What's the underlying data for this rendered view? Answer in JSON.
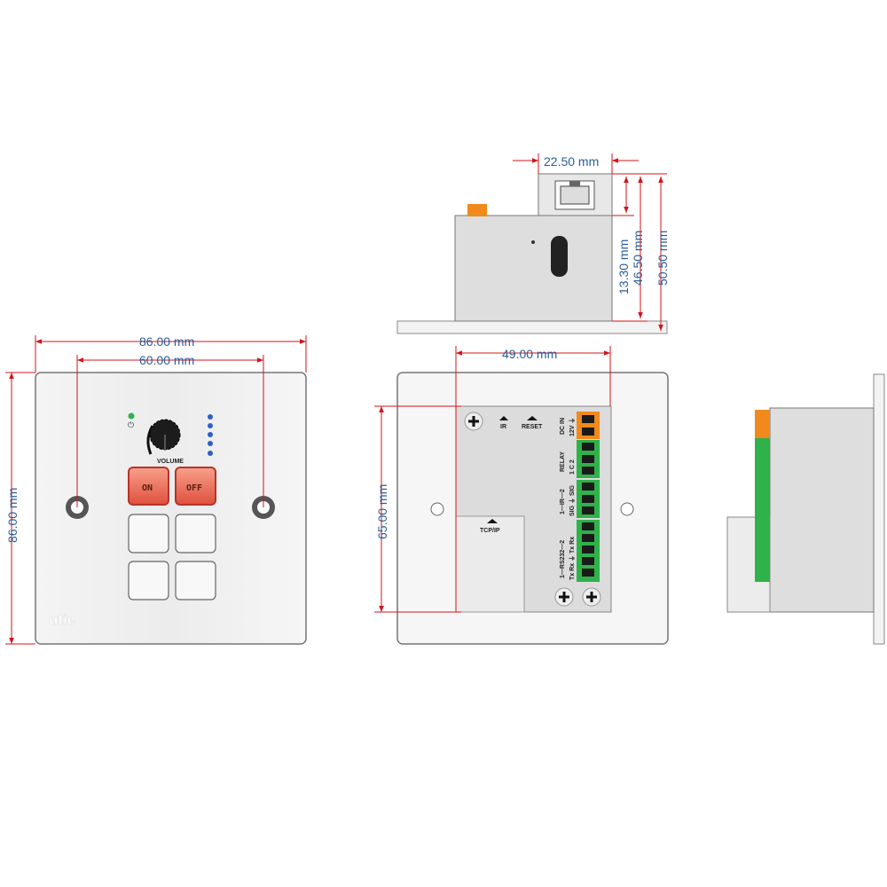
{
  "colors": {
    "dimension_line": "#d0151b",
    "dimension_text": "#2a5c9a",
    "terminal_green": "#2fb24a",
    "terminal_orange": "#f08a1c",
    "button_red": "#e8584a"
  },
  "top_view": {
    "dims": {
      "rj45_width": "22.50 mm",
      "rj45_height": "13.30 mm",
      "body_depth": "46.50 mm",
      "total_depth": "50.50 mm"
    }
  },
  "front_view": {
    "dims": {
      "plate_width": "86.00 mm",
      "hole_spacing": "60.00 mm",
      "plate_height": "86.00 mm"
    },
    "knob_label": "VOLUME",
    "buttons": {
      "on": "ON",
      "off": "OFF"
    },
    "logo": "utie"
  },
  "back_view": {
    "dims": {
      "module_width": "49.00 mm",
      "module_height": "65.00 mm"
    },
    "labels": {
      "ir": "IR",
      "reset": "RESET",
      "tcpip": "TCP/IP",
      "dc_in": "DC IN",
      "dc_pins": "12V ⏚",
      "relay": "RELAY",
      "relay_pins": "1  C  2",
      "ir_port": "1—IR—2",
      "ir_pins": "SIG ⏚ SIG",
      "rs232": "1—RS232—2",
      "rs232_pins": "Tx Rx ⏚ Tx Rx"
    }
  }
}
